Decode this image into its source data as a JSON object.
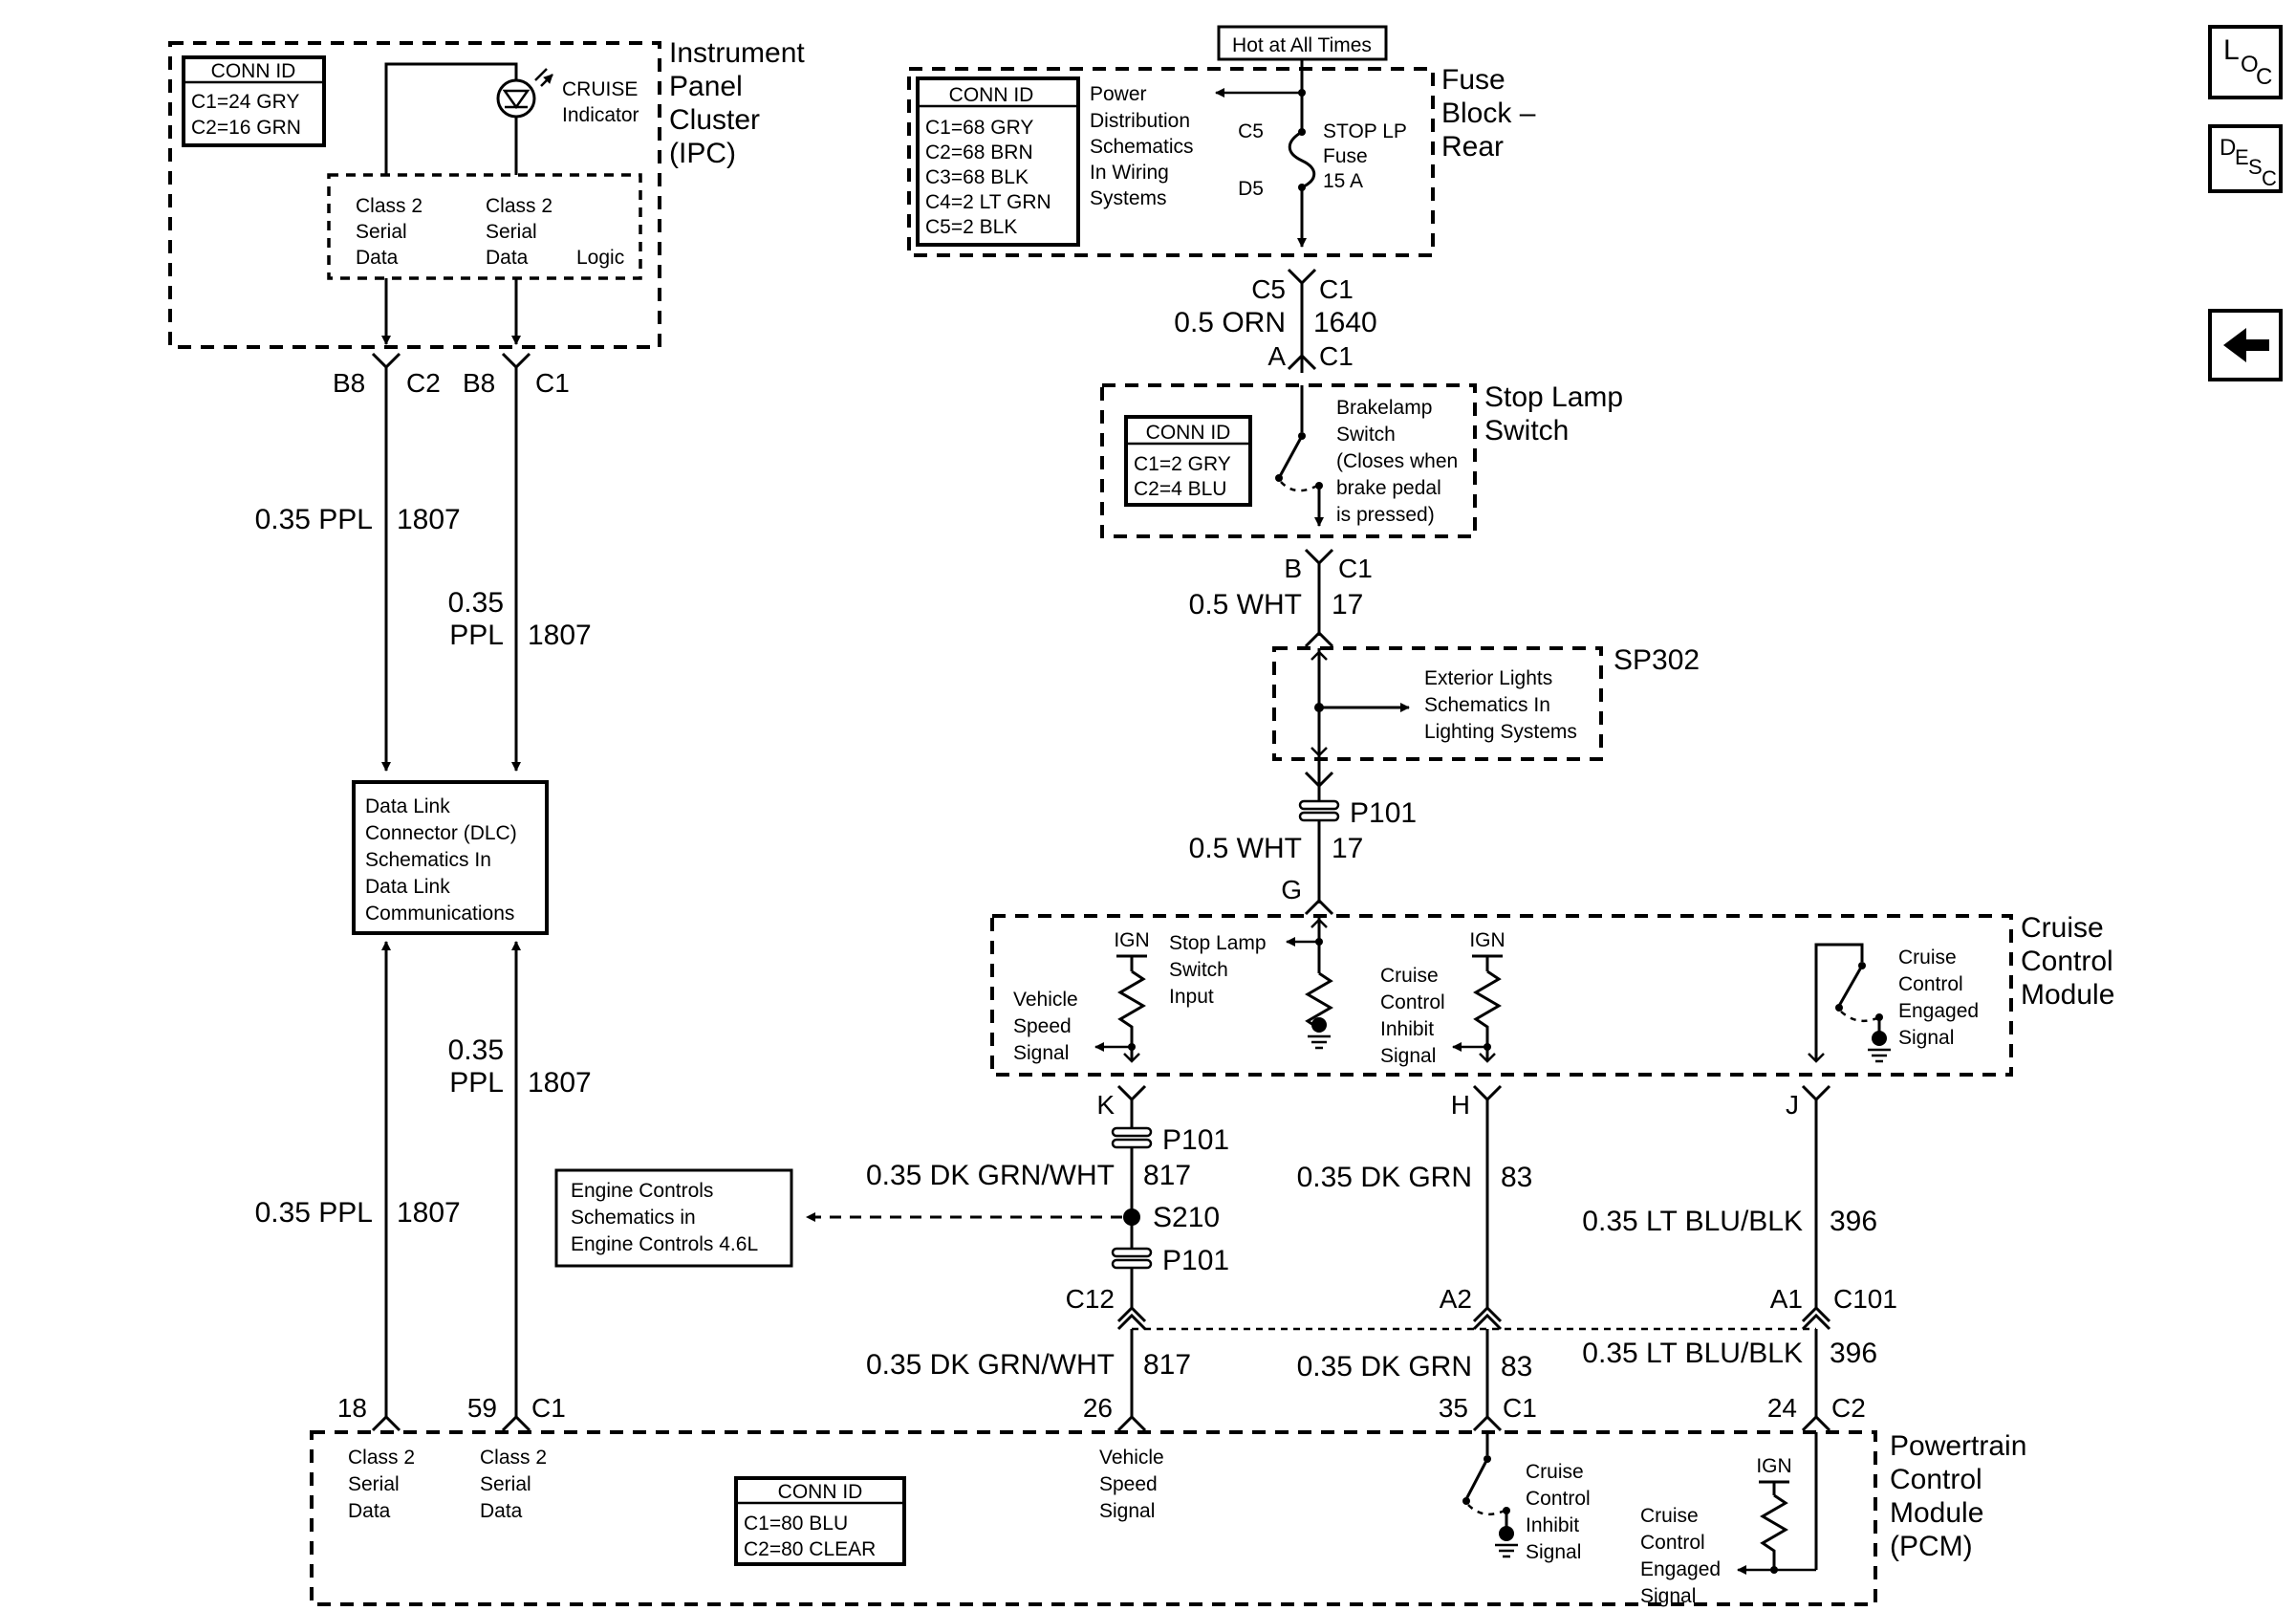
{
  "diagram_title": "",
  "nav": {
    "loc": {
      "main": "L",
      "sub": "O",
      "sub2": "C"
    },
    "desc": {
      "main": "D",
      "sub": "E",
      "sub2": "S",
      "sub3": "C"
    },
    "back_icon": "left-arrow-icon"
  },
  "ipc": {
    "title_l1": "Instrument",
    "title_l2": "Panel",
    "title_l3": "Cluster",
    "title_l4": "(IPC)",
    "conn_id_title": "CONN ID",
    "conn_c1": "C1=24 GRY",
    "conn_c2": "C2=16 GRN",
    "indicator_l1": "CRUISE",
    "indicator_l2": "Indicator",
    "sd1_l1": "Class 2",
    "sd1_l2": "Serial",
    "sd1_l3": "Data",
    "sd2_l1": "Class 2",
    "sd2_l2": "Serial",
    "sd2_l3": "Data",
    "logic": "Logic",
    "pin_a": "B8",
    "conn_a": "C2",
    "pin_b": "B8",
    "conn_b": "C1"
  },
  "wires_left": {
    "w1_gauge": "0.35 PPL",
    "w1_circuit": "1807",
    "w2_gauge_l1": "0.35",
    "w2_gauge_l2": "PPL",
    "w2_circuit": "1807",
    "w3_gauge_l1": "0.35",
    "w3_gauge_l2": "PPL",
    "w3_circuit": "1807",
    "w4_gauge": "0.35 PPL",
    "w4_circuit": "1807"
  },
  "dlc": {
    "l1": "Data Link",
    "l2": "Connector (DLC)",
    "l3": "Schematics In",
    "l4": "Data Link",
    "l5": "Communications"
  },
  "fuse_block": {
    "hot_label": "Hot at All Times",
    "title_l1": "Fuse",
    "title_l2": "Block –",
    "title_l3": "Rear",
    "conn_id_title": "CONN ID",
    "conn_c1": "C1=68 GRY",
    "conn_c2": "C2=68 BRN",
    "conn_c3": "C3=68 BLK",
    "conn_c4": "C4=2 LT GRN",
    "conn_c5": "C5=2 BLK",
    "ref_l1": "Power",
    "ref_l2": "Distribution",
    "ref_l3": "Schematics",
    "ref_l4": "In Wiring",
    "ref_l5": "Systems",
    "c5": "C5",
    "d5": "D5",
    "fuse_l1": "STOP LP",
    "fuse_l2": "Fuse",
    "fuse_l3": "15 A",
    "out_pin": "C5",
    "out_conn": "C1"
  },
  "wire_1640": {
    "gauge": "0.5 ORN",
    "circuit": "1640"
  },
  "stop_switch": {
    "in_pin": "A",
    "in_conn": "C1",
    "title_l1": "Stop Lamp",
    "title_l2": "Switch",
    "conn_id_title": "CONN ID",
    "conn_c1": "C1=2 GRY",
    "conn_c2": "C2=4 BLU",
    "desc_l1": "Brakelamp",
    "desc_l2": "Switch",
    "desc_l3": "(Closes when",
    "desc_l4": "brake pedal",
    "desc_l5": "is pressed)",
    "out_pin": "B",
    "out_conn": "C1"
  },
  "wire_17a": {
    "gauge": "0.5 WHT",
    "circuit": "17"
  },
  "sp302": {
    "name": "SP302",
    "ref_l1": "Exterior Lights",
    "ref_l2": "Schematics In",
    "ref_l3": "Lighting Systems"
  },
  "p101_a": "P101",
  "wire_17b": {
    "gauge": "0.5 WHT",
    "circuit": "17"
  },
  "ccm": {
    "title_l1": "Cruise",
    "title_l2": "Control",
    "title_l3": "Module",
    "in_pin": "G",
    "ign1": "IGN",
    "ign2": "IGN",
    "sls_l1": "Stop Lamp",
    "sls_l2": "Switch",
    "sls_l3": "Input",
    "vss_l1": "Vehicle",
    "vss_l2": "Speed",
    "vss_l3": "Signal",
    "cci_l1": "Cruise",
    "cci_l2": "Control",
    "cci_l3": "Inhibit",
    "cci_l4": "Signal",
    "cce_l1": "Cruise",
    "cce_l2": "Control",
    "cce_l3": "Engaged",
    "cce_l4": "Signal",
    "pin_k": "K",
    "pin_h": "H",
    "pin_j": "J"
  },
  "p101_b": "P101",
  "wire_817a": {
    "gauge": "0.35 DK GRN/WHT",
    "circuit": "817"
  },
  "wire_83a": {
    "gauge": "0.35 DK GRN",
    "circuit": "83"
  },
  "wire_396a": {
    "gauge": "0.35 LT BLU/BLK",
    "circuit": "396"
  },
  "engine_ref": {
    "l1": "Engine Controls",
    "l2": "Schematics in",
    "l3": "Engine Controls 4.6L"
  },
  "s210": "S210",
  "p101_c": "P101",
  "c101": {
    "pin_c12": "C12",
    "pin_a2": "A2",
    "pin_a1": "A1",
    "conn": "C101"
  },
  "wire_817b": {
    "gauge": "0.35 DK GRN/WHT",
    "circuit": "817"
  },
  "wire_83b": {
    "gauge": "0.35 DK GRN",
    "circuit": "83"
  },
  "wire_396b": {
    "gauge": "0.35 LT BLU/BLK",
    "circuit": "396"
  },
  "pcm": {
    "pin_18": "18",
    "pin_59": "59",
    "conn_59": "C1",
    "pin_26": "26",
    "pin_35": "35",
    "conn_35": "C1",
    "pin_24": "24",
    "conn_24": "C2",
    "title_l1": "Powertrain",
    "title_l2": "Control",
    "title_l3": "Module",
    "title_l4": "(PCM)",
    "sd1_l1": "Class 2",
    "sd1_l2": "Serial",
    "sd1_l3": "Data",
    "sd2_l1": "Class 2",
    "sd2_l2": "Serial",
    "sd2_l3": "Data",
    "conn_id_title": "CONN ID",
    "conn_c1": "C1=80 BLU",
    "conn_c2": "C2=80 CLEAR",
    "vss_l1": "Vehicle",
    "vss_l2": "Speed",
    "vss_l3": "Signal",
    "cci_l1": "Cruise",
    "cci_l2": "Control",
    "cci_l3": "Inhibit",
    "cci_l4": "Signal",
    "cce_l1": "Cruise",
    "cce_l2": "Control",
    "cce_l3": "Engaged",
    "cce_l4": "Signal",
    "ign": "IGN"
  }
}
